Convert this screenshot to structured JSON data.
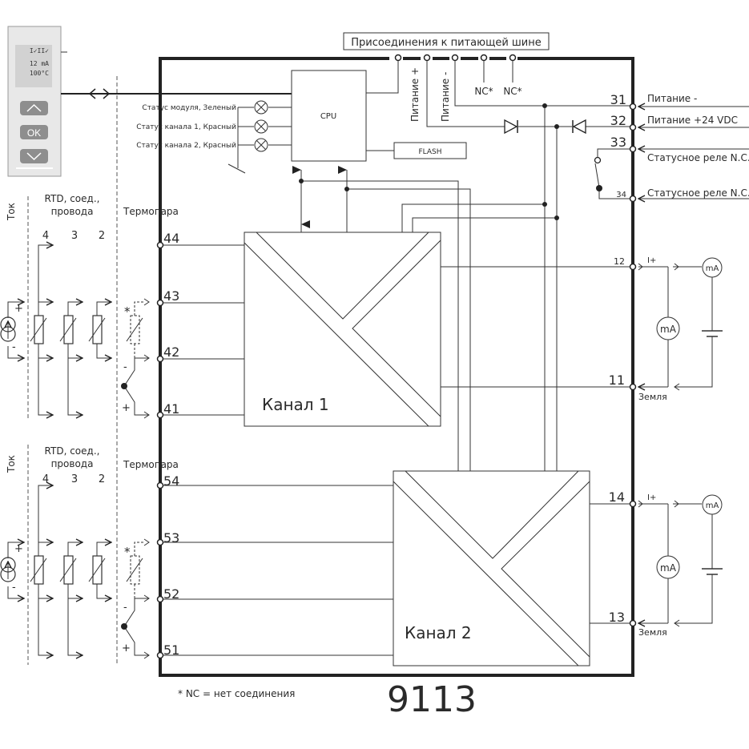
{
  "title": "9113",
  "footnote": "* NC = нет соединения",
  "power_rail": {
    "label": "Присоединения к питающей шине",
    "pins": [
      "Питание +",
      "Питание -",
      "NC*",
      "NC*"
    ]
  },
  "hmi": {
    "indicator": "I✓II✓",
    "line1": "12 mA",
    "line2": "100°C",
    "buttons": {
      "up": "▲",
      "ok": "OK",
      "down": "▼"
    }
  },
  "cpu": {
    "label": "CPU",
    "flash": "FLASH"
  },
  "status_leds": [
    {
      "label": "Статус модуля, Зеленый"
    },
    {
      "label": "Статус канала 1, Красный"
    },
    {
      "label": "Статус канала 2, Красный"
    }
  ],
  "channels": [
    {
      "label": "Канал 1",
      "input_terminals": [
        "44",
        "43",
        "42",
        "41"
      ],
      "output": {
        "plus_terminal": "12",
        "plus_label": "I+",
        "gnd_terminal": "11",
        "gnd_label": "Земля",
        "meter": "mA",
        "meter2": "mA"
      }
    },
    {
      "label": "Канал 2",
      "input_terminals": [
        "54",
        "53",
        "52",
        "51"
      ],
      "output": {
        "plus_terminal": "14",
        "plus_label": "I+",
        "gnd_terminal": "13",
        "gnd_label": "Земля",
        "meter": "mA",
        "meter2": "mA"
      }
    }
  ],
  "input_groups": [
    {
      "current_label": "Ток",
      "rtd_label_1": "RTD, соед.,",
      "rtd_label_2": "провода",
      "wires": [
        "4",
        "3",
        "2"
      ],
      "tc_label": "Термопара",
      "plus": "+",
      "minus": "-",
      "star": "*"
    },
    {
      "current_label": "Ток",
      "rtd_label_1": "RTD, соед.,",
      "rtd_label_2": "провода",
      "wires": [
        "4",
        "3",
        "2"
      ],
      "tc_label": "Термопара",
      "plus": "+",
      "minus": "-",
      "star": "*"
    }
  ],
  "supply_terminals": [
    {
      "num": "31",
      "label": "Питание -"
    },
    {
      "num": "32",
      "label": "Питание +24 VDC"
    },
    {
      "num": "33",
      "label": "Статусное реле N.C."
    },
    {
      "num": "34",
      "label": "Статусное реле N.C."
    }
  ]
}
